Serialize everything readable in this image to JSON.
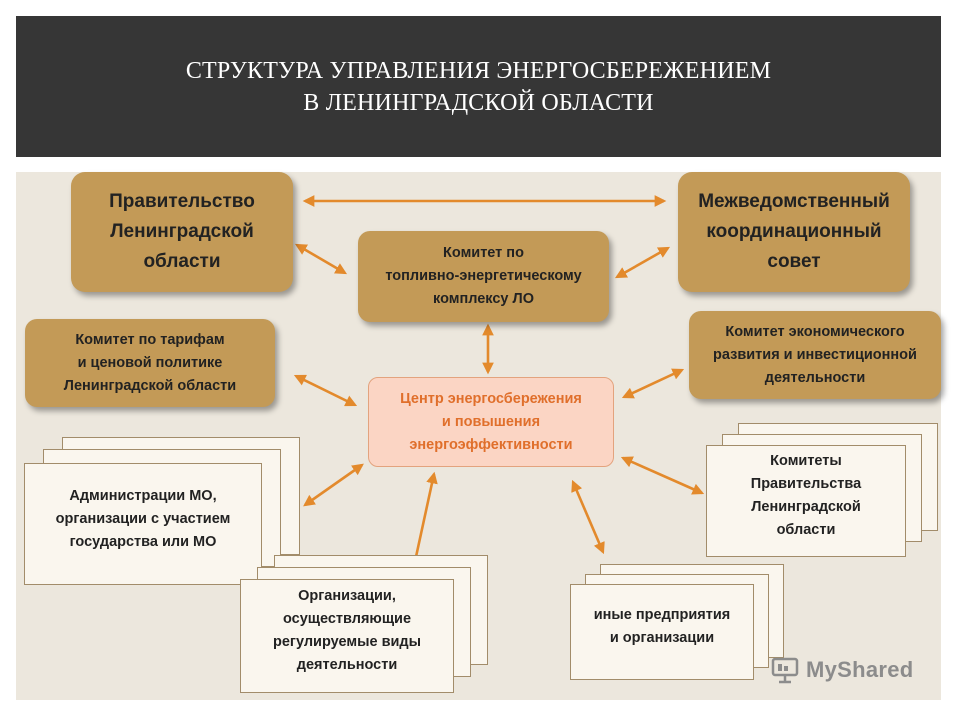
{
  "header": {
    "title_line1": "СТРУКТУРА УПРАВЛЕНИЯ ЭНЕРГОСБЕРЕЖЕНИЕМ",
    "title_line2": "В ЛЕНИНГРАДСКОЙ ОБЛАСТИ"
  },
  "nodes": {
    "government": {
      "lines": [
        "Правительство",
        "Ленинградской",
        "области"
      ]
    },
    "council": {
      "lines": [
        "Межведомственный",
        "координационный",
        "совет"
      ]
    },
    "fuel_committee": {
      "lines": [
        "Комитет по",
        "топливно-энергетическому",
        "комплексу ЛО"
      ]
    },
    "tariff_committee": {
      "lines": [
        "Комитет по тарифам",
        "и ценовой политике",
        "Ленинградской области"
      ]
    },
    "economy_committee": {
      "lines": [
        "Комитет экономического",
        "развития и инвестиционной",
        "деятельности"
      ]
    },
    "center": {
      "lines": [
        "Центр энергосбережения",
        "и повышения",
        "энергоэффективности"
      ]
    },
    "municipal_admin": {
      "lines": [
        "Администрации МО,",
        "организации с участием",
        "государства или МО"
      ]
    },
    "gov_committees": {
      "lines": [
        "Комитеты",
        "Правительства",
        "Ленинградской",
        "области"
      ]
    },
    "regulated_orgs": {
      "lines": [
        "Организации,",
        "осуществляющие",
        "регулируемые виды",
        "деятельности"
      ]
    },
    "other_enterprises": {
      "lines": [
        "иные предприятия",
        "и организации"
      ]
    }
  },
  "watermark": {
    "text": "MyShared"
  },
  "colors": {
    "header_bg": "#363636",
    "panel_bg": "#ece7dd",
    "box_gold": "#c39a57",
    "center_fill": "#fbd5c4",
    "center_text": "#e06f2b",
    "arrow": "#e38a2c"
  }
}
